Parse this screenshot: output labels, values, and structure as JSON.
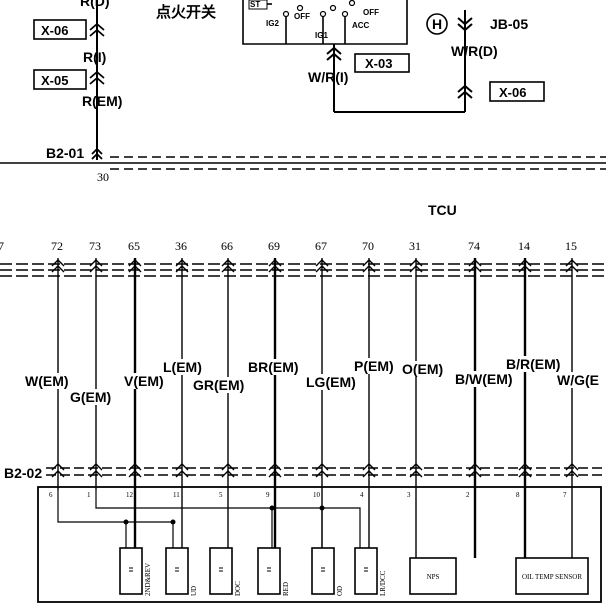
{
  "top": {
    "switch_title": "点火开关",
    "switch_labels": {
      "st": "ST",
      "ig2": "IG2",
      "off1": "OFF",
      "ig1": "IG1",
      "off2": "OFF",
      "acc": "ACC"
    },
    "left_tags": [
      "X-06",
      "X-05"
    ],
    "left_wires": [
      "R(D)",
      "R(I)",
      "R(EM)"
    ],
    "mid_tag": "X-03",
    "mid_wire": "W/R(I)",
    "right_circle": "H",
    "right_jb": "JB-05",
    "right_wire": "W/R(D)",
    "right_tag": "X-06",
    "b201": "B2-01",
    "b201_pin": "30"
  },
  "tcu": {
    "title": "TCU",
    "pins": [
      "72",
      "73",
      "65",
      "36",
      "66",
      "69",
      "67",
      "70",
      "31",
      "74",
      "14",
      "15"
    ],
    "left_edge_pin": "7",
    "wire_labels": [
      "W(EM)",
      "G(EM)",
      "V(EM)",
      "L(EM)",
      "GR(EM)",
      "BR(EM)",
      "LG(EM)",
      "P(EM)",
      "O(EM)",
      "B/W(EM)",
      "B/R(EM)",
      "W/G(E"
    ],
    "b202": "B2-02",
    "b202_pins": [
      "6",
      "1",
      "12",
      "11",
      "5",
      "9",
      "10",
      "4",
      "3",
      "2",
      "8",
      "7"
    ]
  },
  "components": {
    "solenoids": [
      {
        "text": "2ND&REV"
      },
      {
        "text": "UD"
      },
      {
        "text": "DOC"
      },
      {
        "text": "RED"
      },
      {
        "text": "OD"
      },
      {
        "text": "LR/DCC"
      }
    ],
    "sensors": [
      {
        "text": "NPS"
      },
      {
        "text": "OIL TEMP SENSOR"
      }
    ]
  }
}
